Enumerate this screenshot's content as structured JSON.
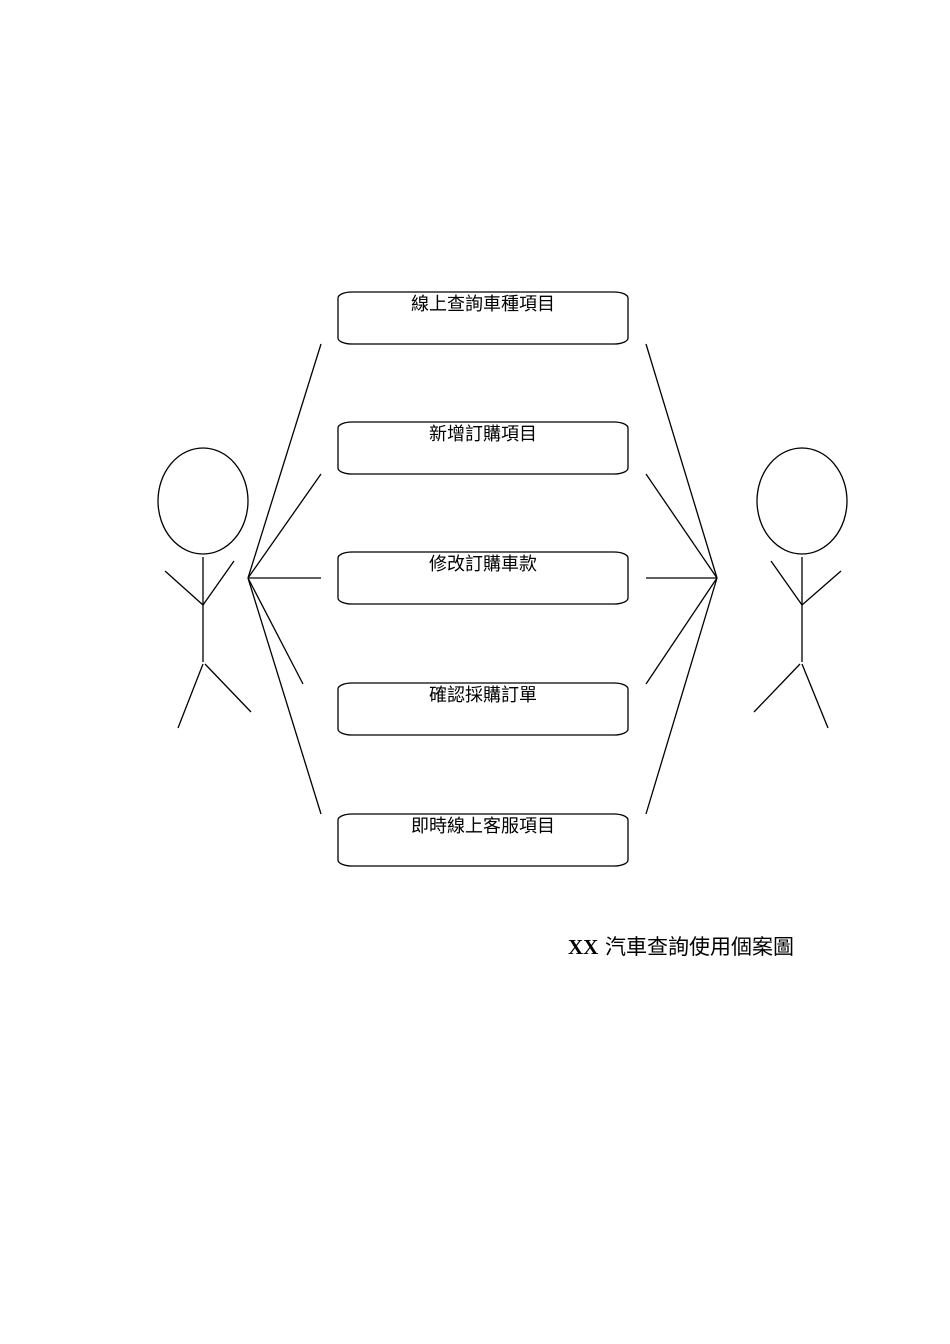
{
  "use_cases": [
    {
      "label": "線上查詢車種項目"
    },
    {
      "label": "新增訂購項目"
    },
    {
      "label": "修改訂購車款"
    },
    {
      "label": "確認採購訂單"
    },
    {
      "label": "即時線上客服項目"
    }
  ],
  "caption": {
    "prefix": "XX",
    "text": "汽車查詢使用個案圖"
  }
}
